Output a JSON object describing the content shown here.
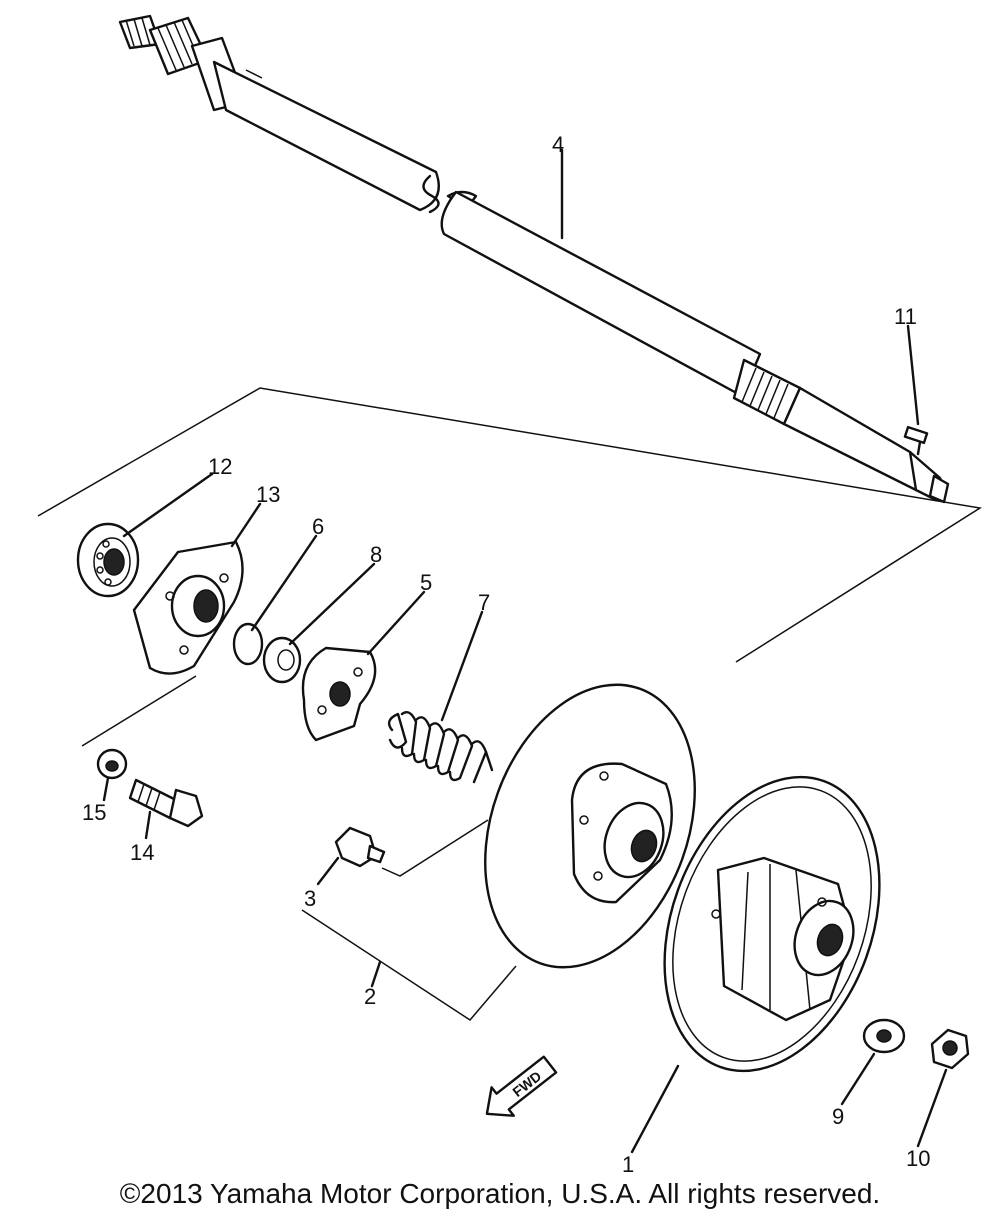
{
  "callouts": {
    "c1": "1",
    "c2": "2",
    "c3": "3",
    "c4": "4",
    "c5": "5",
    "c6": "6",
    "c7": "7",
    "c8": "8",
    "c9": "9",
    "c10": "10",
    "c11": "11",
    "c12": "12",
    "c13": "13",
    "c14": "14",
    "c15": "15"
  },
  "fwd_label": "FWD",
  "copyright": "©2013 Yamaha Motor Corporation, U.S.A. All rights reserved."
}
